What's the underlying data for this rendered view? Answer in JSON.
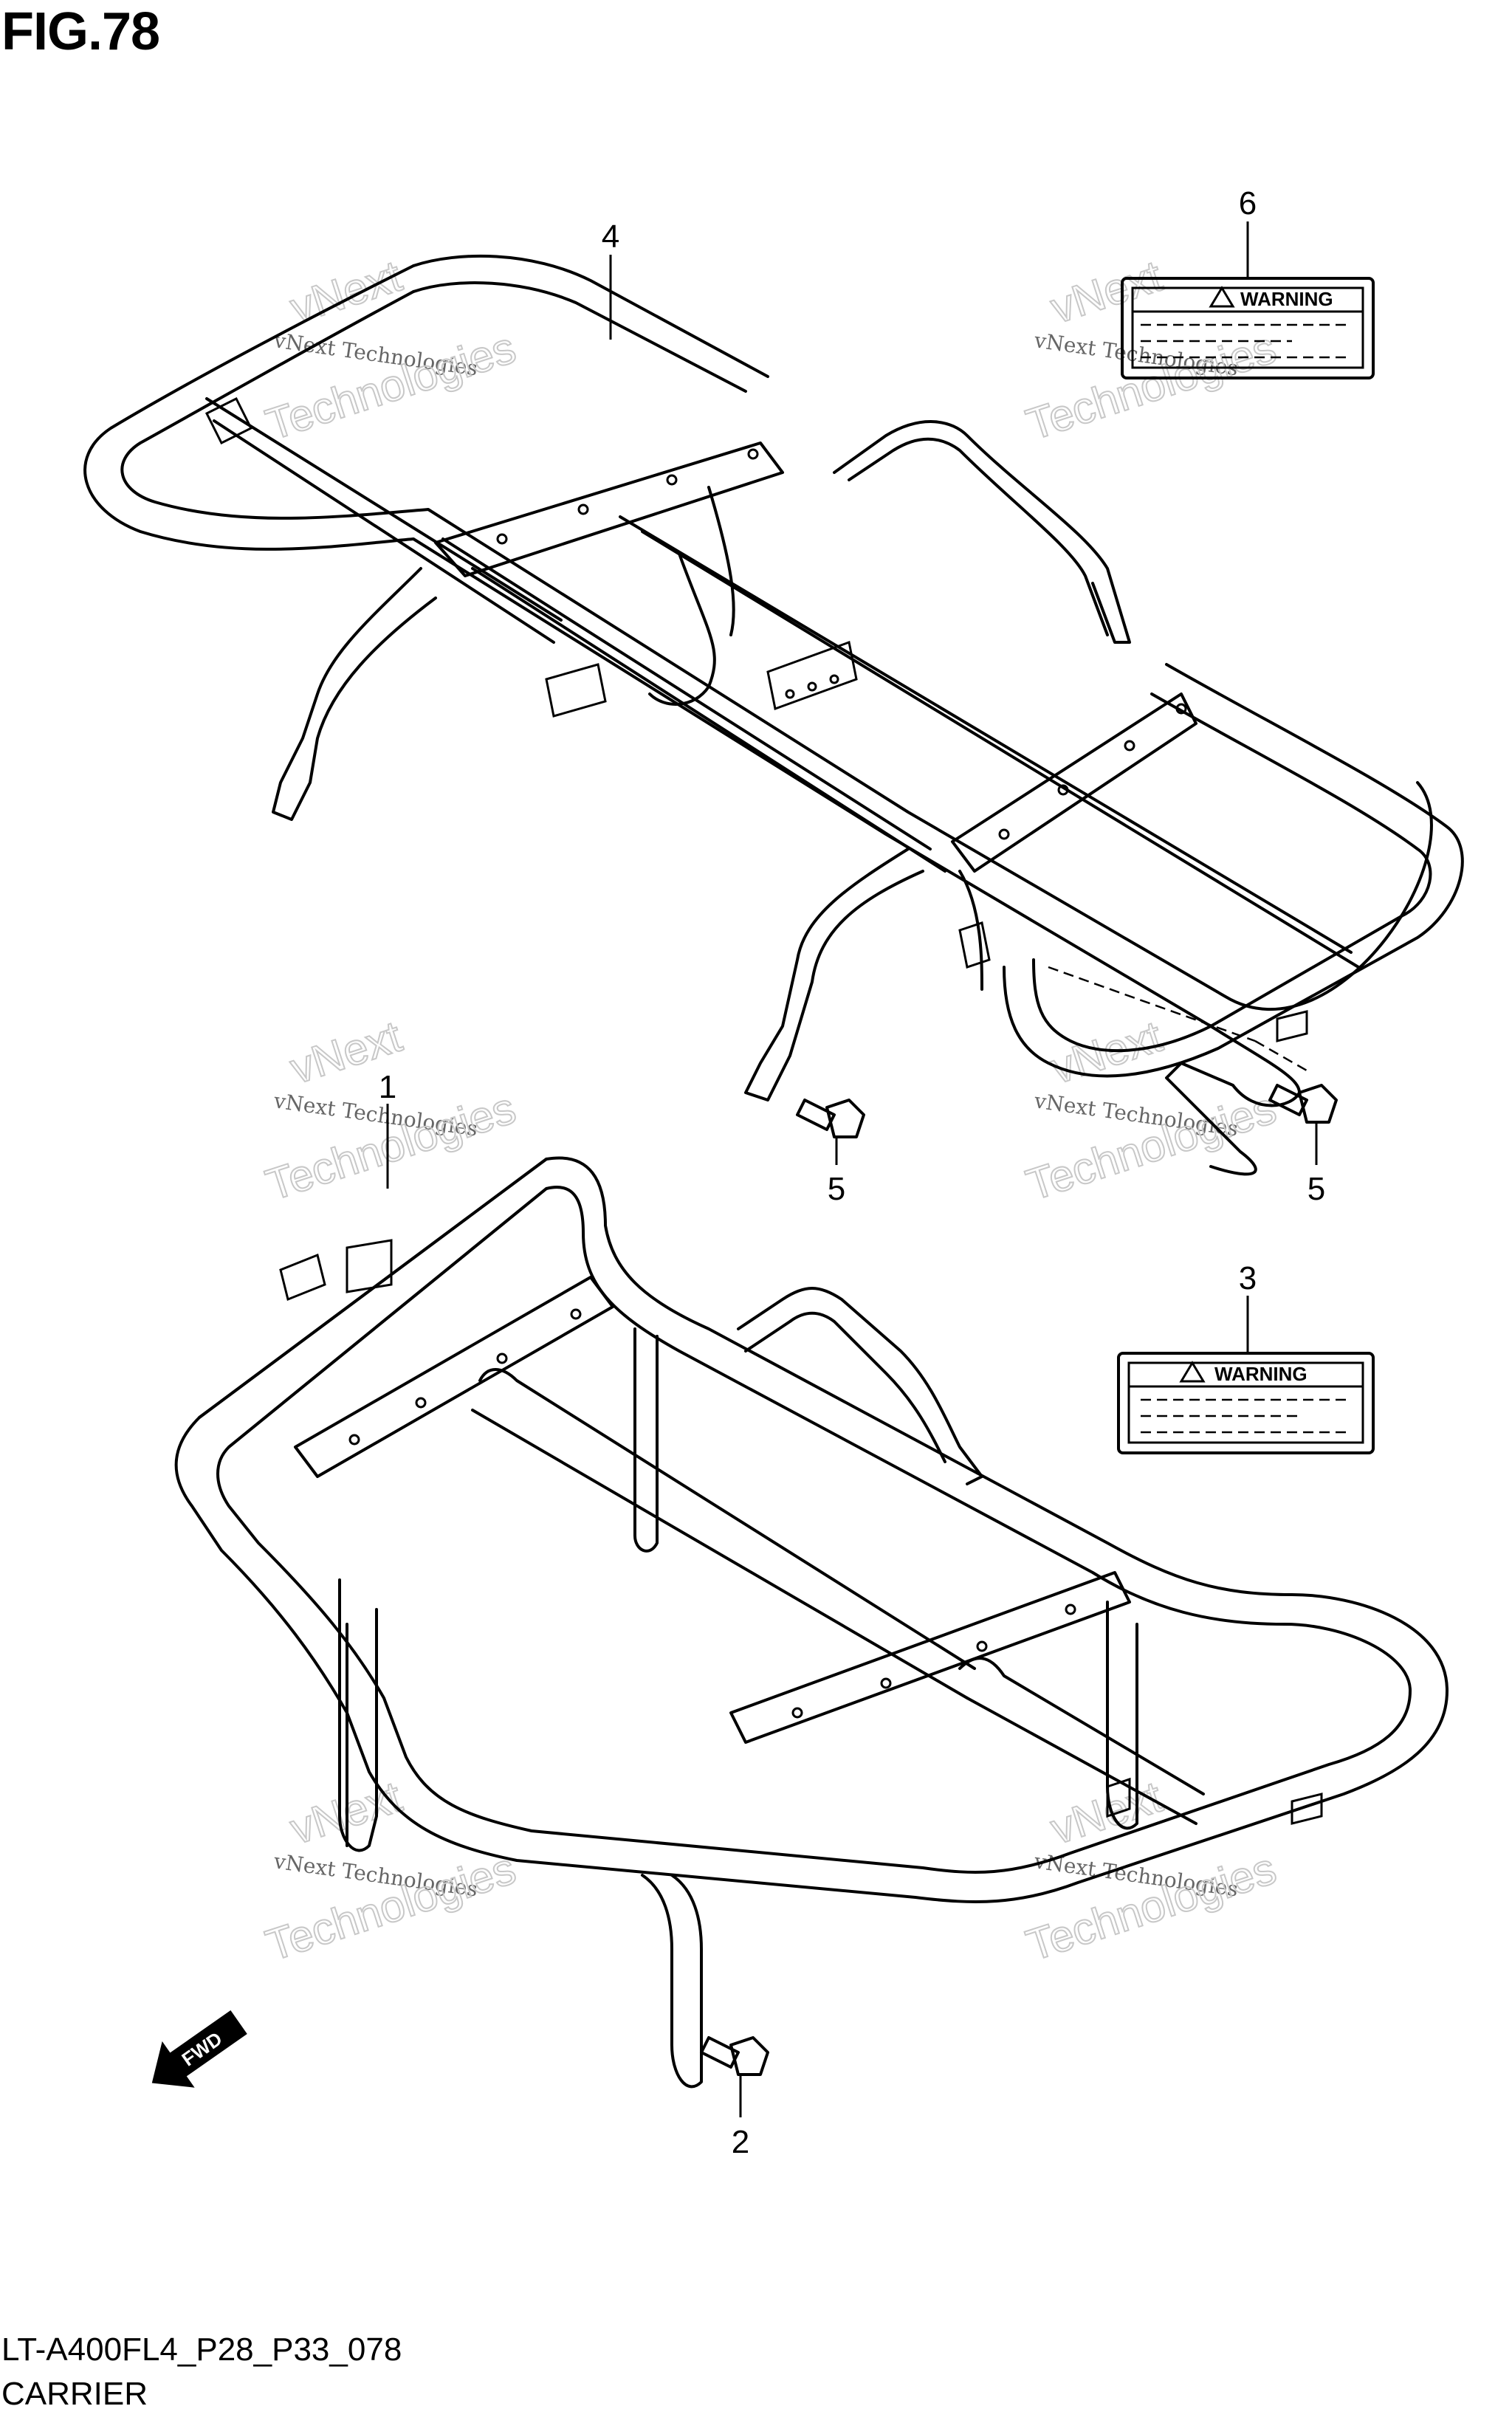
{
  "figure_title": "FIG.78",
  "model_code": "LT-A400FL4_P28_P33_078",
  "section_name": "CARRIER",
  "callouts": {
    "c1": "1",
    "c2": "2",
    "c3": "3",
    "c4": "4",
    "c5a": "5",
    "c5b": "5",
    "c6": "6"
  },
  "labels": {
    "upper_warning": "WARNING",
    "lower_warning": "WARNING"
  },
  "fwd_arrow": "FWD",
  "watermark": {
    "line1": "vNext Technologies",
    "line2": "vNext",
    "line3": "Technologies"
  },
  "icons": [
    "warning-triangle-icon",
    "fwd-arrow-icon"
  ]
}
